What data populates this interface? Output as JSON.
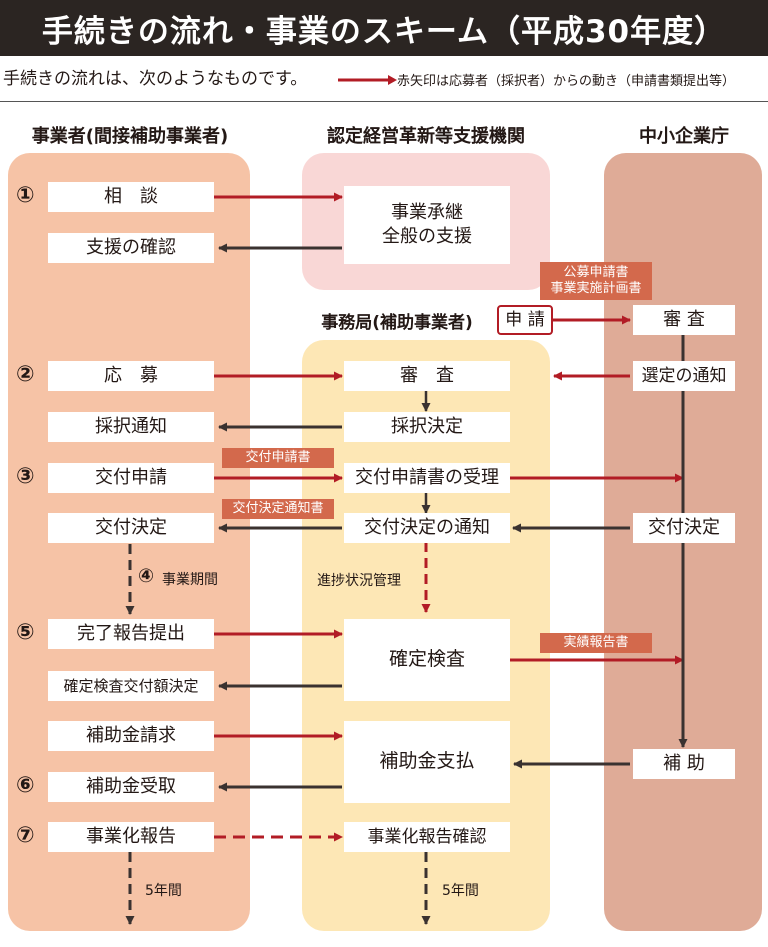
{
  "title": "手続きの流れ・事業のスキーム（平成30年度）",
  "intro": "手続きの流れは、次のようなものです。",
  "legend": "赤矢印は応募者（採択者）からの動き（申請書類提出等）",
  "columns": {
    "left": "事業者(間接補助事業者)",
    "middle": "認定経営革新等支援機関",
    "right": "中小企業庁",
    "secretariat": "事務局(補助事業者)"
  },
  "steps": [
    "①",
    "②",
    "③",
    "④",
    "⑤",
    "⑥",
    "⑦"
  ],
  "left": {
    "soudan": "相　談",
    "shien_kakunin": "支援の確認",
    "oubo": "応　募",
    "saitaku_tsuchi": "採択通知",
    "koufu_shinsei": "交付申請",
    "koufu_kettei": "交付決定",
    "jigyou_kikan": "事業期間",
    "kanryou": "完了報告提出",
    "kakutei_gaku": "確定検査交付額決定",
    "hojokin_seikyu": "補助金請求",
    "hojokin_uketori": "補助金受取",
    "jigyouka": "事業化報告",
    "years": "5年間"
  },
  "middle": {
    "shien_line1": "事業承継",
    "shien_line2": "全般の支援",
    "shinsei": "申 請",
    "shinsa": "審　査",
    "saitaku_kettei": "採択決定",
    "juri": "交付申請書の受理",
    "kettei_tsuchi": "交付決定の通知",
    "shinchoku": "進捗状況管理",
    "kakutei_kensa": "確定検査",
    "shiharai": "補助金支払",
    "jigyouka_kakunin": "事業化報告確認",
    "years": "5年間"
  },
  "right": {
    "shinsa": "審 査",
    "sentei": "選定の通知",
    "koufu_kettei": "交付決定",
    "hojo": "補 助"
  },
  "tags": {
    "koubo_line1": "公募申請書",
    "koubo_line2": "事業実施計画書",
    "koufu_shinseisho": "交付申請書",
    "kettei_tsuchisho": "交付決定通知書",
    "jisseki": "実績報告書"
  },
  "colors": {
    "title_bg": "#2b2522",
    "left_col": "#f6c3a6",
    "support_col": "#f9d7d6",
    "secretariat_col": "#fde7b5",
    "right_col": "#dfab97",
    "red_arrow": "#b21c25",
    "dark_arrow": "#3a3230",
    "tag": "#d3694c"
  }
}
